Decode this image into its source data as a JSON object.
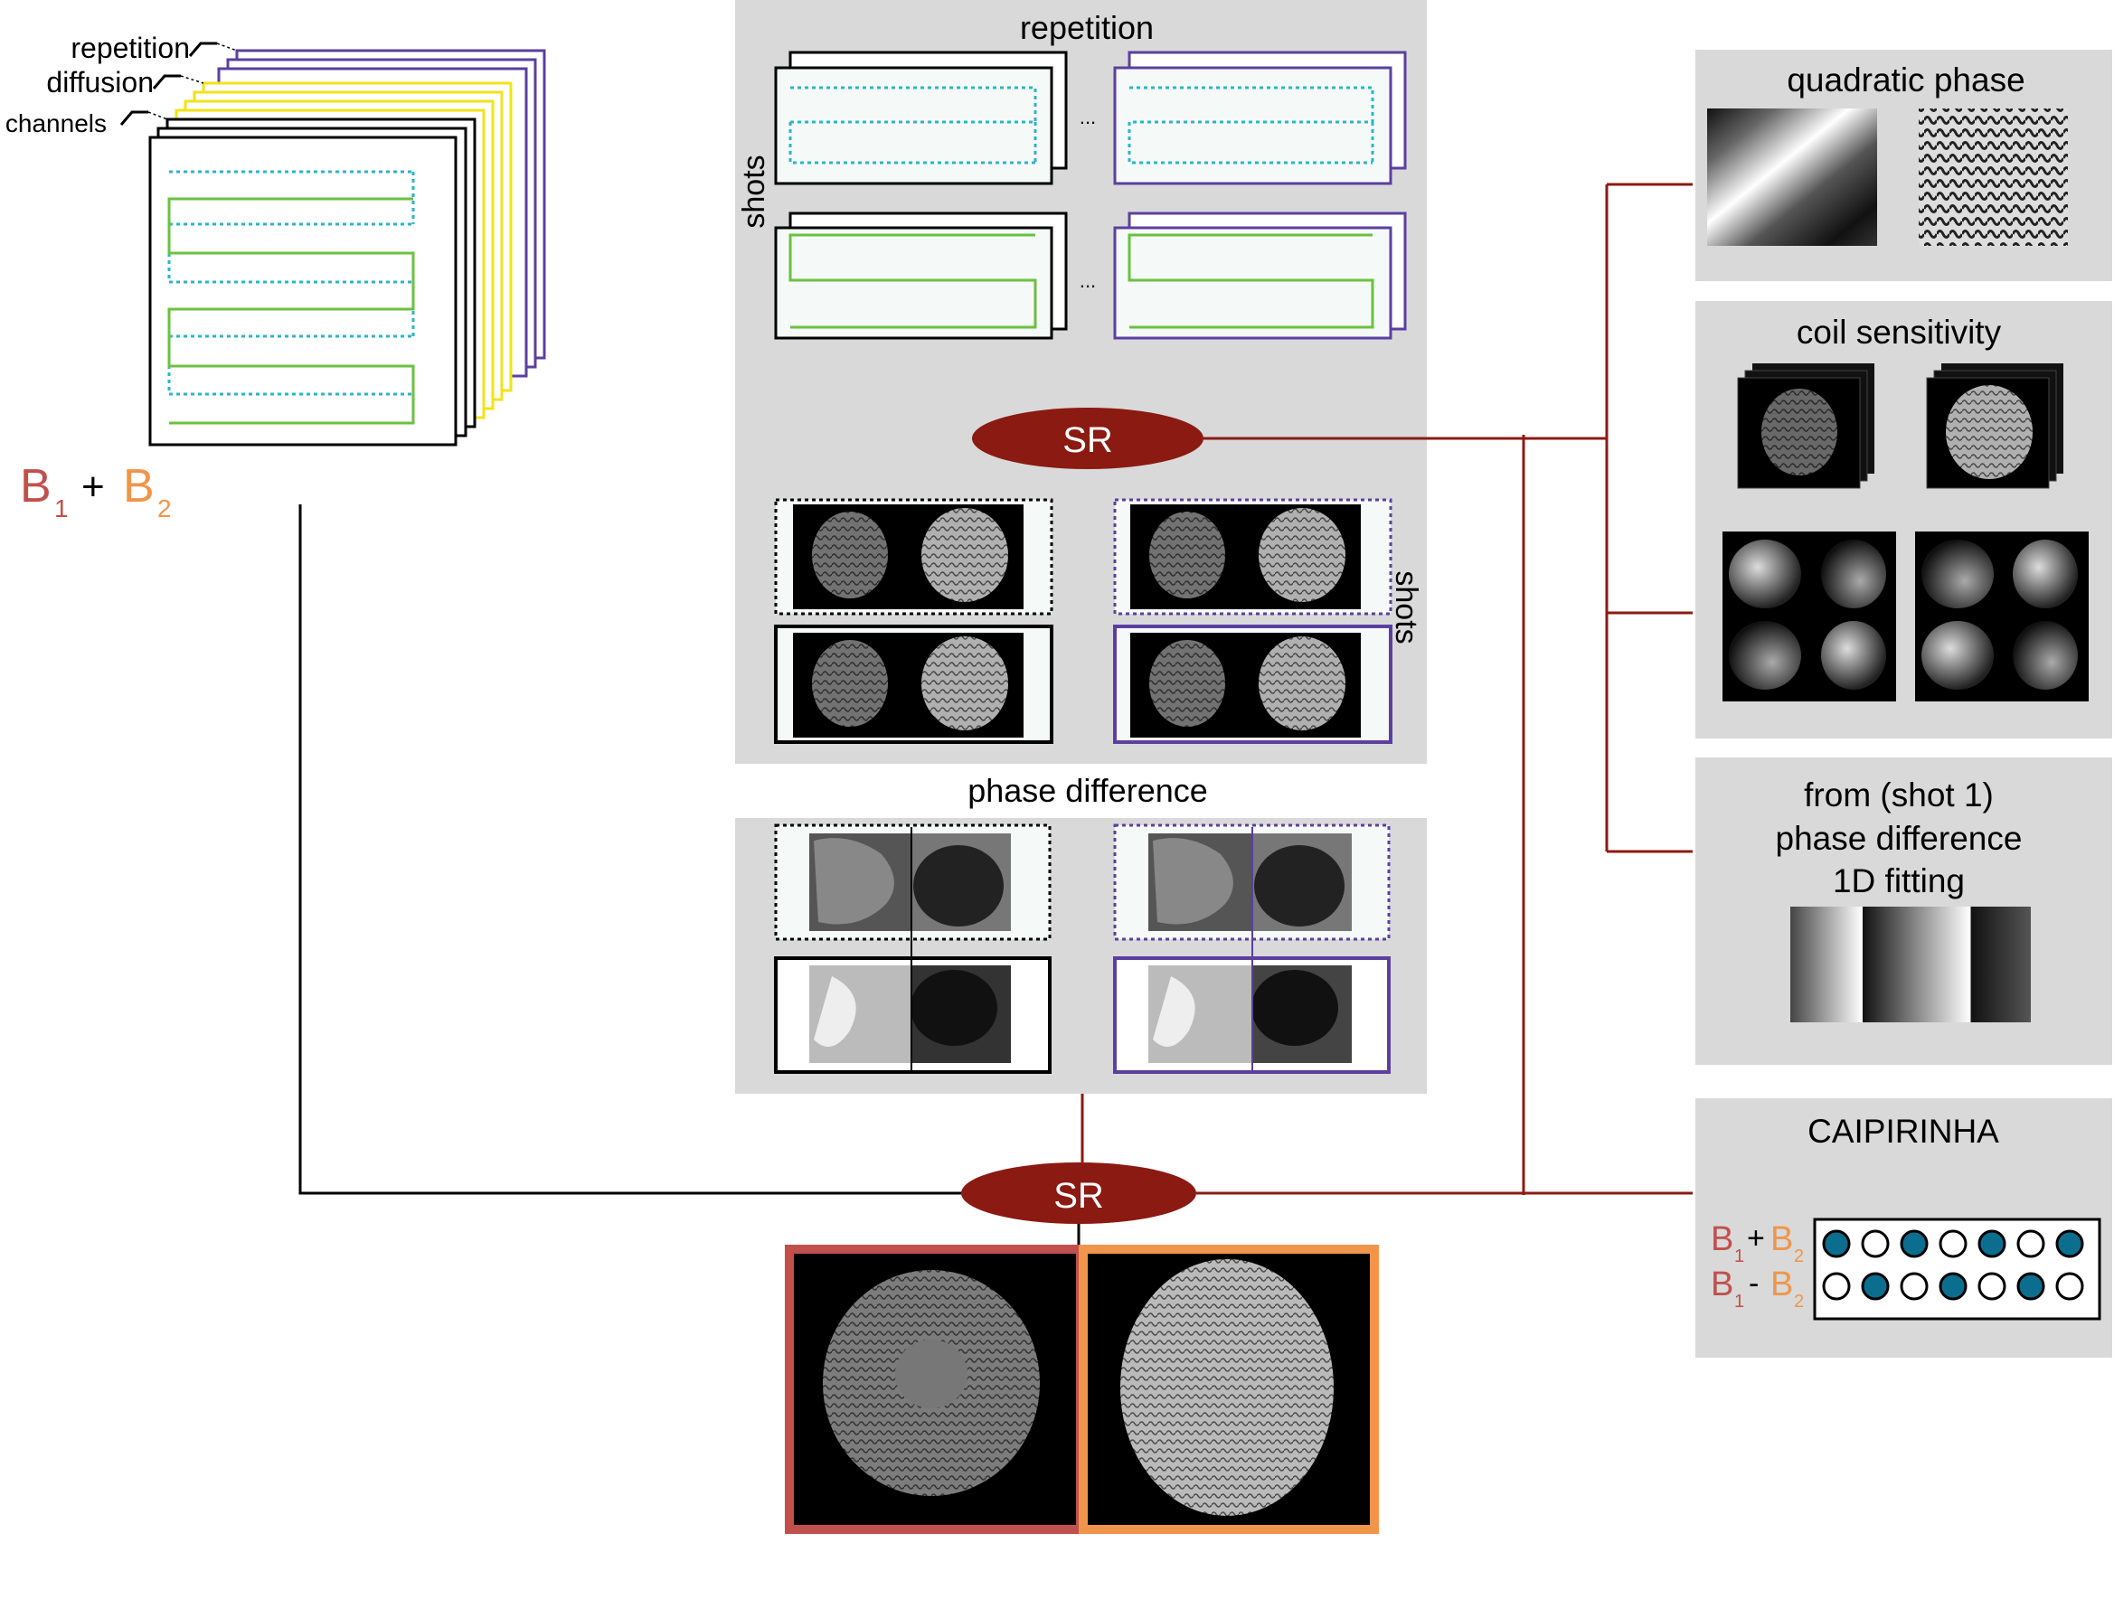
{
  "stack": {
    "labels": {
      "repetition": "repetition",
      "diffusion": "diffusion",
      "channels": "channels"
    },
    "formula": {
      "b1": "B",
      "b1_sub": "1",
      "plus": "+",
      "b2": "B",
      "b2_sub": "2"
    }
  },
  "center": {
    "repetition_title": "repetition",
    "shots_label": "shots",
    "shots_label_right": "shots",
    "ellipsis": "...",
    "sr_top": "SR",
    "phase_difference_title": "phase difference",
    "sr_bottom": "SR"
  },
  "right": {
    "quadratic_phase_title": "quadratic phase",
    "coil_sensitivity_title": "coil sensitivity",
    "shot1": {
      "line1": "from (shot 1)",
      "line2": "phase difference",
      "line3": "1D fitting"
    },
    "caipirinha": {
      "title": "CAIPIRINHA",
      "row1": {
        "b1": "B",
        "b1_sub": "1",
        "op": "+",
        "b2": "B",
        "b2_sub": "2",
        "pattern": [
          1,
          0,
          1,
          0,
          1,
          0,
          1
        ]
      },
      "row2": {
        "b1": "B",
        "b1_sub": "1",
        "op": "-",
        "b2": "B",
        "b2_sub": "2",
        "pattern": [
          0,
          1,
          0,
          1,
          0,
          1,
          0
        ]
      }
    }
  },
  "colors": {
    "panel": "#d9d9d9",
    "sr": "#8b1a12",
    "link": "#8b1a12",
    "green": "#6cc040",
    "cyan": "#29b5c8",
    "purple": "#5b3fa0",
    "yellow": "#f2e21a",
    "b1": "#c0504d",
    "b2": "#f0954a",
    "dot": "#0b6e8e"
  }
}
